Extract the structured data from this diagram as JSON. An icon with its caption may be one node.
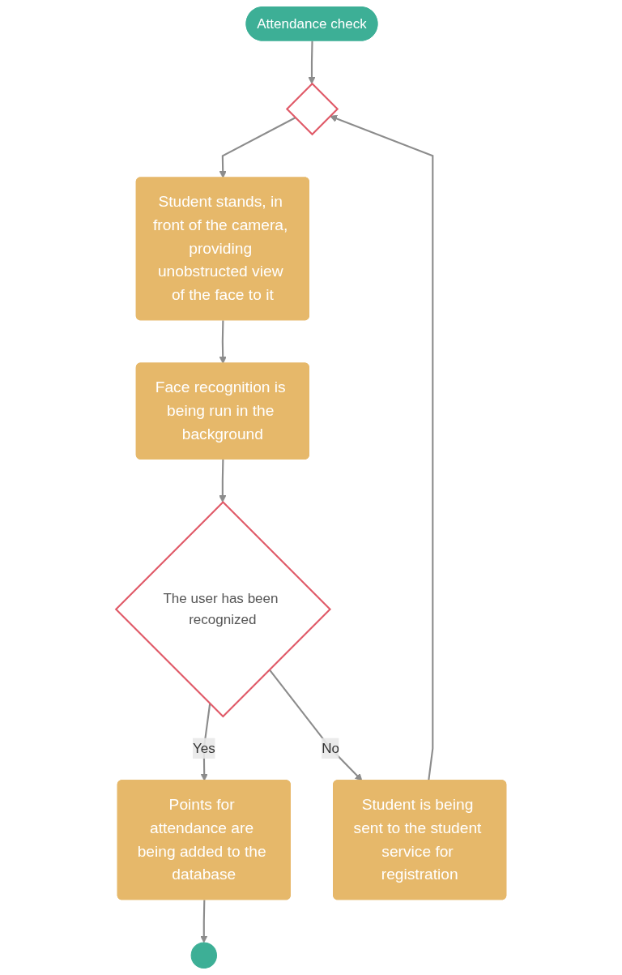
{
  "diagram": {
    "nodes": [
      {
        "text": [
          "Attendance check"
        ]
      },
      {
        "text": [],
        "shape": "diamond"
      },
      {
        "text": [
          "Student stands, in front of the camera, providing unobstructed view of the face to it"
        ]
      },
      {
        "text": [
          "Face recognition is being run in the background"
        ]
      },
      {
        "text": [
          "The user has been recognized"
        ]
      },
      {
        "text": [
          "Points for attendance are being added to the database"
        ]
      },
      {
        "text": [
          "Student is being sent to the student service for registration"
        ]
      },
      {
        "text": [],
        "shape": "circle"
      }
    ],
    "edges": [
      {
        "from": 0,
        "to": 1,
        "arrow": "to"
      },
      {
        "from": 1,
        "to": 2,
        "arrow": "to"
      },
      {
        "from": 2,
        "to": 3,
        "arrow": "to"
      },
      {
        "from": 3,
        "to": 4,
        "arrow": "to"
      },
      {
        "from": 4,
        "to": 5,
        "label": "Yes",
        "arrow": "to"
      },
      {
        "from": 4,
        "to": 6,
        "label": "No",
        "arrow": "to"
      },
      {
        "from": 5,
        "to": 7,
        "arrow": "to"
      },
      {
        "from": 6,
        "to": 1,
        "arrow": "to"
      }
    ]
  }
}
